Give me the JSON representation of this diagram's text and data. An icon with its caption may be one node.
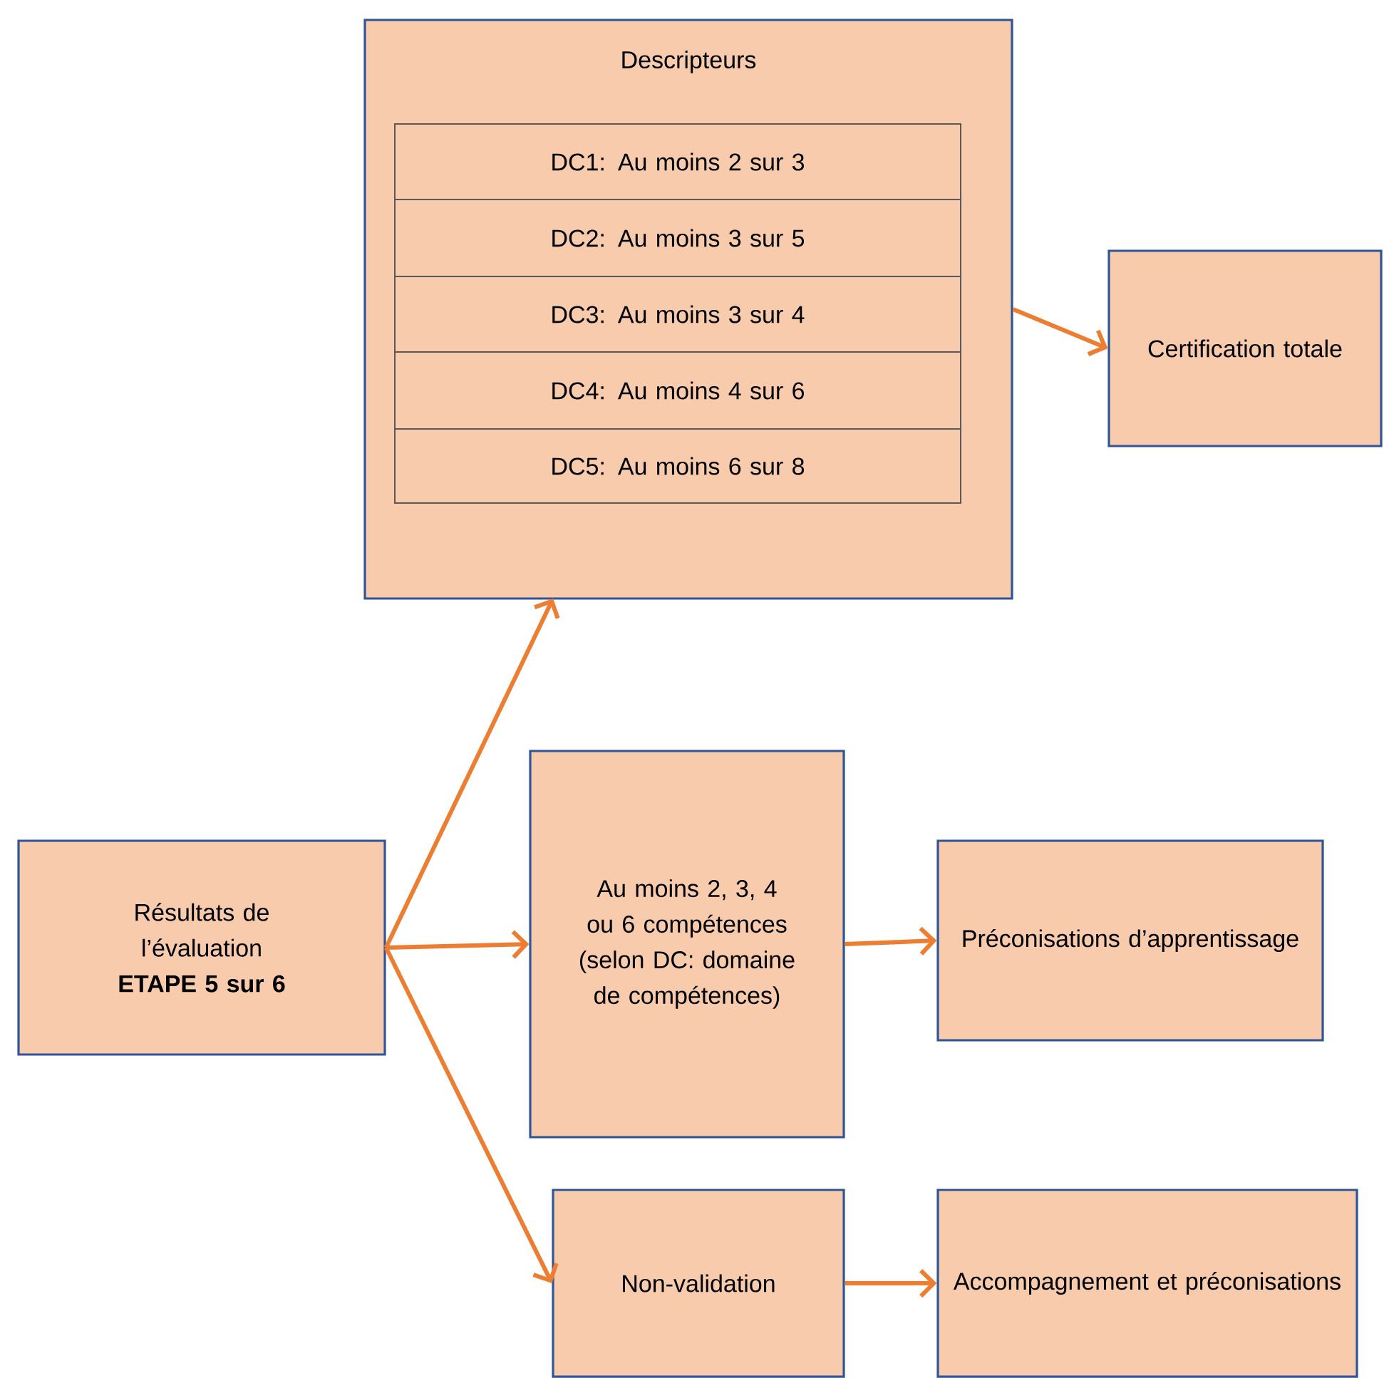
{
  "diagram": {
    "nodes": [
      {
        "text": [
          "Descripteurs"
        ]
      },
      {
        "text": [
          "DC1: Au moins 2 sur 3"
        ],
        "in": 0
      },
      {
        "text": [
          "DC2: Au moins 3 sur 5"
        ],
        "in": 0
      },
      {
        "text": [
          "DC3: Au moins 3 sur 4"
        ],
        "in": 0
      },
      {
        "text": [
          "DC4: Au moins 4 sur 6"
        ],
        "in": 0
      },
      {
        "text": [
          "DC5: Au moins 6 sur 8"
        ],
        "in": 0
      },
      {
        "text": [
          "Certification totale"
        ]
      },
      {
        "text": [
          "Résultats de l’évaluation **ETAPE 5 sur 6**"
        ]
      },
      {
        "text": [
          "Au moins 2, 3, 4 ou 6 compétences (selon DC: domaine de compétences)"
        ]
      },
      {
        "text": [
          "Préconisations d’apprentissage"
        ]
      },
      {
        "text": [
          "Non-validation"
        ]
      },
      {
        "text": [
          "Accompagnement et préconisations"
        ]
      }
    ],
    "edges": [
      {
        "from": 0,
        "to": 6,
        "arrow": "to"
      },
      {
        "from": 7,
        "to": 0,
        "arrow": "to"
      },
      {
        "from": 7,
        "to": 8,
        "arrow": "to"
      },
      {
        "from": 7,
        "to": 10,
        "arrow": "to"
      },
      {
        "from": 8,
        "to": 9,
        "arrow": "to"
      },
      {
        "from": 10,
        "to": 11,
        "arrow": "to"
      }
    ]
  }
}
